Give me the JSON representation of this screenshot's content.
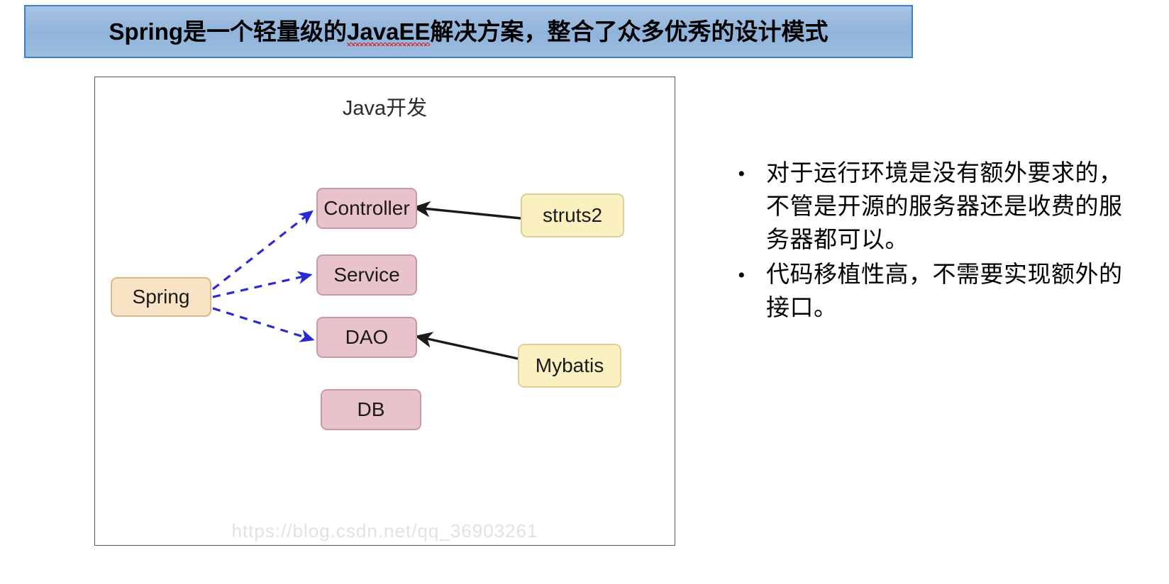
{
  "slide": {
    "title_prefix": "Spring是一个轻量级的",
    "title_misspelled": "JavaEE",
    "title_suffix": "解决方案，整合了众多优秀的设计模式",
    "title_full": "Spring是一个轻量级的JavaEE解决方案，整合了众多优秀的设计模式"
  },
  "diagram": {
    "heading": "Java开发",
    "watermark": "https://blog.csdn.net/qq_36903261",
    "nodes": [
      {
        "id": "spring",
        "label": "Spring",
        "style": "peach"
      },
      {
        "id": "controller",
        "label": "Controller",
        "style": "pink"
      },
      {
        "id": "service",
        "label": "Service",
        "style": "pink"
      },
      {
        "id": "dao",
        "label": "DAO",
        "style": "pink"
      },
      {
        "id": "db",
        "label": "DB",
        "style": "pink"
      },
      {
        "id": "struts2",
        "label": "struts2",
        "style": "yellow"
      },
      {
        "id": "mybatis",
        "label": "Mybatis",
        "style": "yellow"
      }
    ],
    "edges": [
      {
        "from": "spring",
        "to": "controller",
        "style": "dashed",
        "color": "#2a2ad0"
      },
      {
        "from": "spring",
        "to": "service",
        "style": "dashed",
        "color": "#2a2ad0"
      },
      {
        "from": "spring",
        "to": "dao",
        "style": "dashed",
        "color": "#2a2ad0"
      },
      {
        "from": "struts2",
        "to": "controller",
        "style": "solid",
        "color": "#1a1a1a"
      },
      {
        "from": "mybatis",
        "to": "dao",
        "style": "solid",
        "color": "#1a1a1a"
      }
    ],
    "colors": {
      "pink_fill": "#e9c3cb",
      "pink_border": "#c89aa4",
      "peach_fill": "#f8e3c4",
      "peach_border": "#d8b98d",
      "yellow_fill": "#faf0c0",
      "yellow_border": "#dcd096",
      "dashed_arrow": "#2a2ad0",
      "solid_arrow": "#1a1a1a",
      "frame_border": "#5a5a5a"
    }
  },
  "bullets": {
    "marker": "•",
    "items": [
      "对于运行环境是没有额外要求的，不管是开源的服务器还是收费的服务器都可以。",
      "代码移植性高，不需要实现额外的接口。"
    ]
  },
  "banner_colors": {
    "gradient_top": "#a6c3e3",
    "gradient_mid": "#8fb3da",
    "gradient_bottom": "#9dbde0",
    "border": "#3f7dc4",
    "text": "#000000",
    "spellcheck_underline": "#e11b1b"
  }
}
